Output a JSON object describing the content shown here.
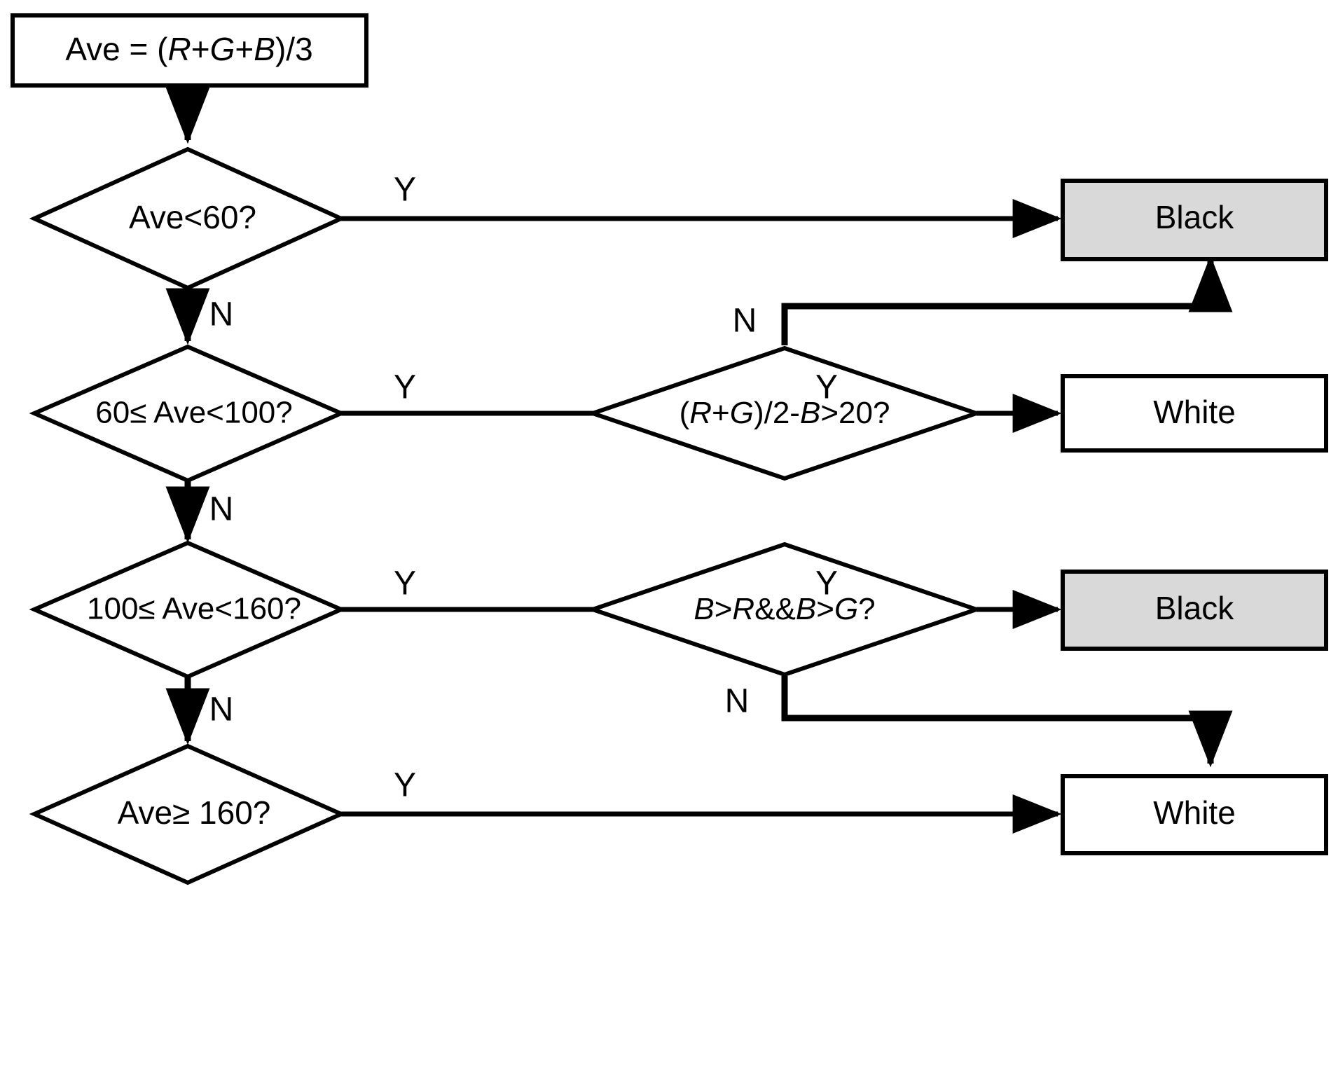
{
  "diagram": {
    "title": "Color classification decision flowchart",
    "background_color": "#ffffff",
    "line_color": "#000000",
    "terminal_black_fill": "#d9d9d9",
    "terminal_white_fill": "#ffffff"
  },
  "nodes": {
    "start": {
      "type": "process",
      "text_parts": {
        "p1": "Ave = (",
        "p2": "R",
        "p3": "+",
        "p4": "G",
        "p5": "+",
        "p6": "B",
        "p7": ")/3"
      },
      "full_text": "Ave = (R+G+B)/3"
    },
    "d1": {
      "type": "decision",
      "text": "Ave<60?"
    },
    "d2": {
      "type": "decision",
      "text": "60≤ Ave<100?"
    },
    "d3": {
      "type": "decision",
      "text_parts": {
        "p1": "(",
        "p2": "R",
        "p3": "+",
        "p4": "G",
        "p5": ")/2-",
        "p6": "B",
        "p7": ">20?"
      },
      "full_text": "(R+G)/2-B>20?"
    },
    "d4": {
      "type": "decision",
      "text": "100≤ Ave<160?"
    },
    "d5": {
      "type": "decision",
      "text_parts": {
        "p1": "B",
        "p2": ">",
        "p3": "R",
        "p4": "&&",
        "p5": "B",
        "p6": ">",
        "p7": "G",
        "p8": "?"
      },
      "full_text": "B>R&&B>G?"
    },
    "d6": {
      "type": "decision",
      "text": "Ave≥ 160?"
    },
    "black1": {
      "type": "terminal",
      "text": "Black",
      "fill": "#d9d9d9"
    },
    "white1": {
      "type": "terminal",
      "text": "White",
      "fill": "#ffffff"
    },
    "black2": {
      "type": "terminal",
      "text": "Black",
      "fill": "#d9d9d9"
    },
    "white2": {
      "type": "terminal",
      "text": "White",
      "fill": "#ffffff"
    }
  },
  "edge_labels": {
    "d1_yes": "Y",
    "d1_no": "N",
    "d2_yes": "Y",
    "d2_no": "N",
    "d3_yes": "Y",
    "d3_no": "N",
    "d4_yes": "Y",
    "d4_no": "N",
    "d5_yes": "Y",
    "d5_no": "N",
    "d6_yes": "Y"
  }
}
